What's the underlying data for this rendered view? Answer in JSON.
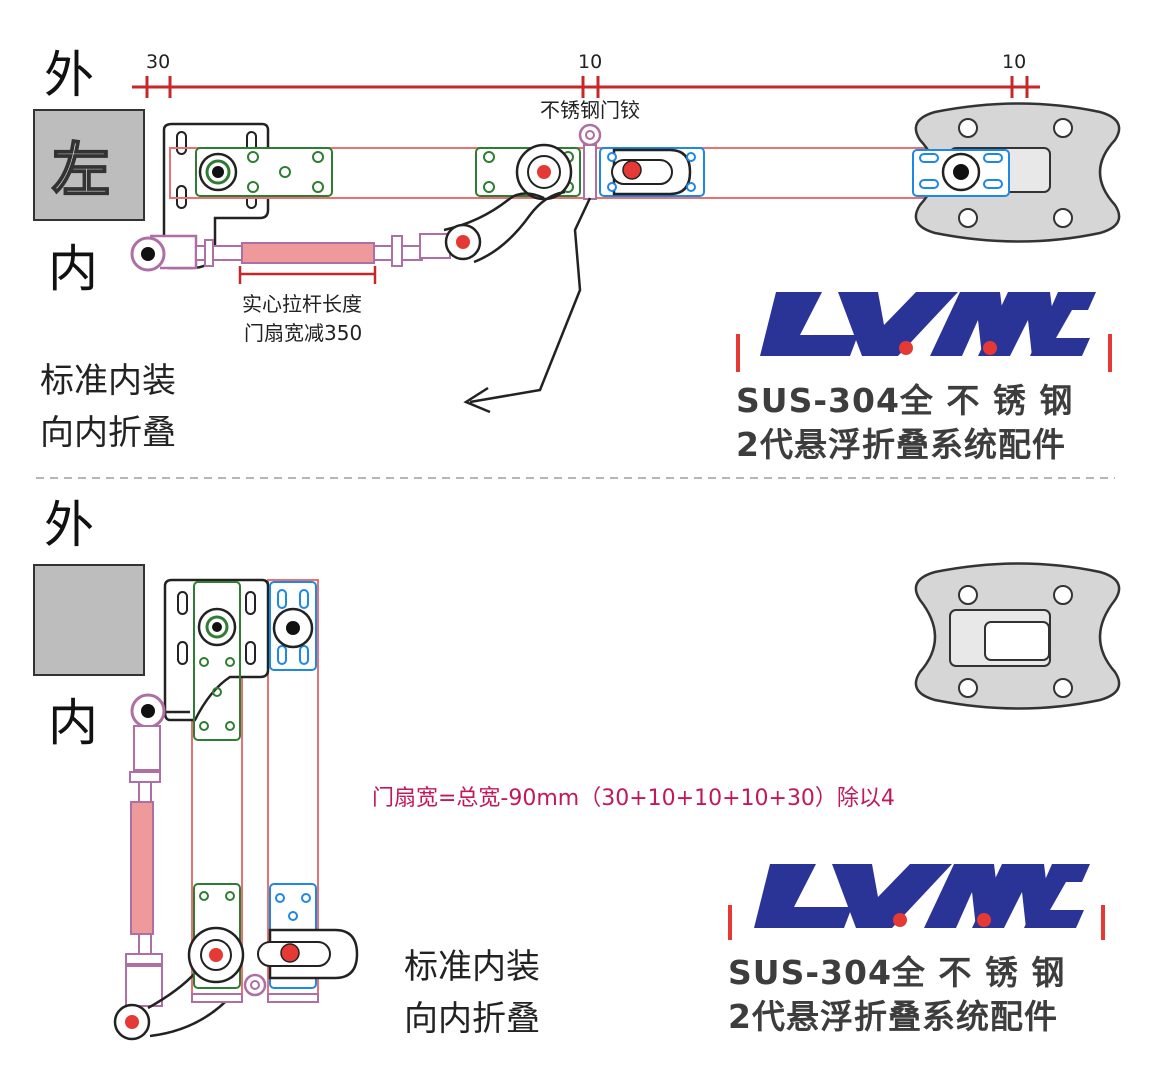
{
  "top": {
    "outer_label": "外",
    "inner_label": "内",
    "hinge_side_label": "左",
    "dimensions": [
      "30",
      "10",
      "10"
    ],
    "hinge_label": "不锈钢门铰",
    "rod_caption_1": "实心拉杆长度",
    "rod_caption_2": "门扇宽减350",
    "install_line_1": "标准内装",
    "install_line_2": "向内折叠"
  },
  "bottom": {
    "outer_label": "外",
    "inner_label": "内",
    "formula": "门扇宽=总宽-90mm（30+10+10+10+30）除以4",
    "install_line_1": "标准内装",
    "install_line_2": "向内折叠"
  },
  "brand": {
    "logo_text": "LYAAC",
    "line_1": "SUS-304全 不 锈 钢",
    "line_2": "2代悬浮折叠系统配件"
  },
  "colors": {
    "dimension_red": "#c62828",
    "brand_blue": "#2a3496",
    "brand_red_dot": "#e53935",
    "rod_fill": "#ef9a9a",
    "green_plate": "#2e7d32",
    "blue_plate": "#1e88e5",
    "pink_outline": "#d81b60"
  }
}
